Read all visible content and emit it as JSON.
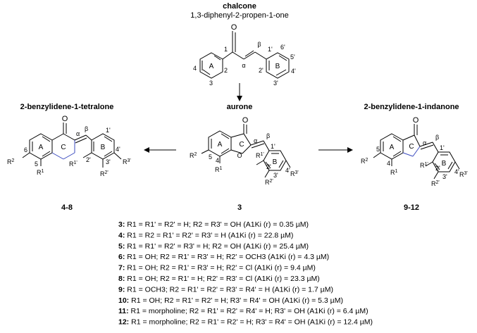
{
  "top": {
    "title": "chalcone",
    "subtitle": "1,3-diphenyl-2-propen-1-one"
  },
  "left": {
    "title": "2-benzylidene-1-tetralone",
    "id": "4-8"
  },
  "center": {
    "title": "aurone",
    "id": "3"
  },
  "right": {
    "title": "2-benzylidene-1-indanone",
    "id": "9-12"
  },
  "atoms": {
    "O": "O",
    "alpha": "α",
    "beta": "β",
    "A": "A",
    "B": "B",
    "C": "C"
  },
  "legend": [
    {
      "num": "3",
      "text": "R1 = R1' = R2' = H; R2 = R3' = OH (A1Ki (r) = 0.35 µM)"
    },
    {
      "num": "4",
      "text": "R1 = R2 = R1' = R2' = R3' = H (A1Ki (r) = 22.8 µM)"
    },
    {
      "num": "5",
      "text": "R1 = R1' = R2' = R3' = H; R2 = OH (A1Ki (r) = 25.4 µM)"
    },
    {
      "num": "6",
      "text": "R1 = OH; R2 = R1' = R3' = H; R2' = OCH3 (A1Ki (r) = 4.3 µM)"
    },
    {
      "num": "7",
      "text": "R1 = OH; R2 = R1' = R3' = H; R2' = Cl (A1Ki (r) = 9.4 µM)"
    },
    {
      "num": "8",
      "text": "R1 = OH; R2 = R1' = H; R2' = R3' = Cl (A1Ki (r) = 23.3 µM)"
    },
    {
      "num": "9",
      "text": "R1 = OCH3; R2 = R1' = R2' = R3' = R4' = H (A1Ki (r) = 1.7 µM)"
    },
    {
      "num": "10",
      "text": "R1 = OH; R2 = R1' = R2' = H; R3' = R4' = OH (A1Ki (r) = 5.3 µM)"
    },
    {
      "num": "11",
      "text": "R1 = morpholine; R2 = R1' = R2' = R4' = H; R3' = OH (A1Ki (r) = 6.4 µM)"
    },
    {
      "num": "12",
      "text": "R1 = morpholine; R2 = R1' = R2' = H; R3' = R4' = OH (A1Ki (r) = 12.4 µM)"
    }
  ]
}
